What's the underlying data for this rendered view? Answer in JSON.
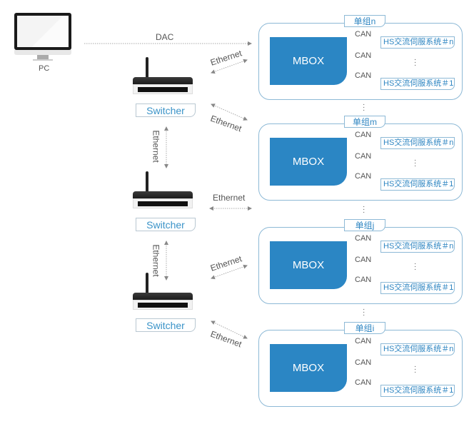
{
  "pc": {
    "label": "PC",
    "icon": "desktop-monitor-icon"
  },
  "links": {
    "dac": "DAC",
    "ethernet": "Ethernet",
    "can": "CAN"
  },
  "switches": [
    {
      "label": "Switcher",
      "icon": "router-icon"
    },
    {
      "label": "Switcher",
      "icon": "router-icon"
    },
    {
      "label": "Switcher",
      "icon": "router-icon"
    }
  ],
  "groups": [
    {
      "tab": "单组n",
      "mbox": "MBOX",
      "servo_top": "HS交流伺服系统＃n",
      "servo_bottom": "HS交流伺服系统＃1",
      "can_labels": [
        "CAN",
        "CAN",
        "CAN"
      ]
    },
    {
      "tab": "单组m",
      "mbox": "MBOX",
      "servo_top": "HS交流伺服系统＃n",
      "servo_bottom": "HS交流伺服系统＃1",
      "can_labels": [
        "CAN",
        "CAN",
        "CAN"
      ]
    },
    {
      "tab": "单组j",
      "mbox": "MBOX",
      "servo_top": "HS交流伺服系统＃n",
      "servo_bottom": "HS交流伺服系统＃1",
      "can_labels": [
        "CAN",
        "CAN",
        "CAN"
      ]
    },
    {
      "tab": "单组i",
      "mbox": "MBOX",
      "servo_top": "HS交流伺服系统＃n",
      "servo_bottom": "HS交流伺服系统＃1",
      "can_labels": [
        "CAN",
        "CAN",
        "CAN"
      ]
    }
  ],
  "colors": {
    "accent": "#2b86c4",
    "border": "#8db9d6",
    "label_text": "#3a93c8"
  }
}
